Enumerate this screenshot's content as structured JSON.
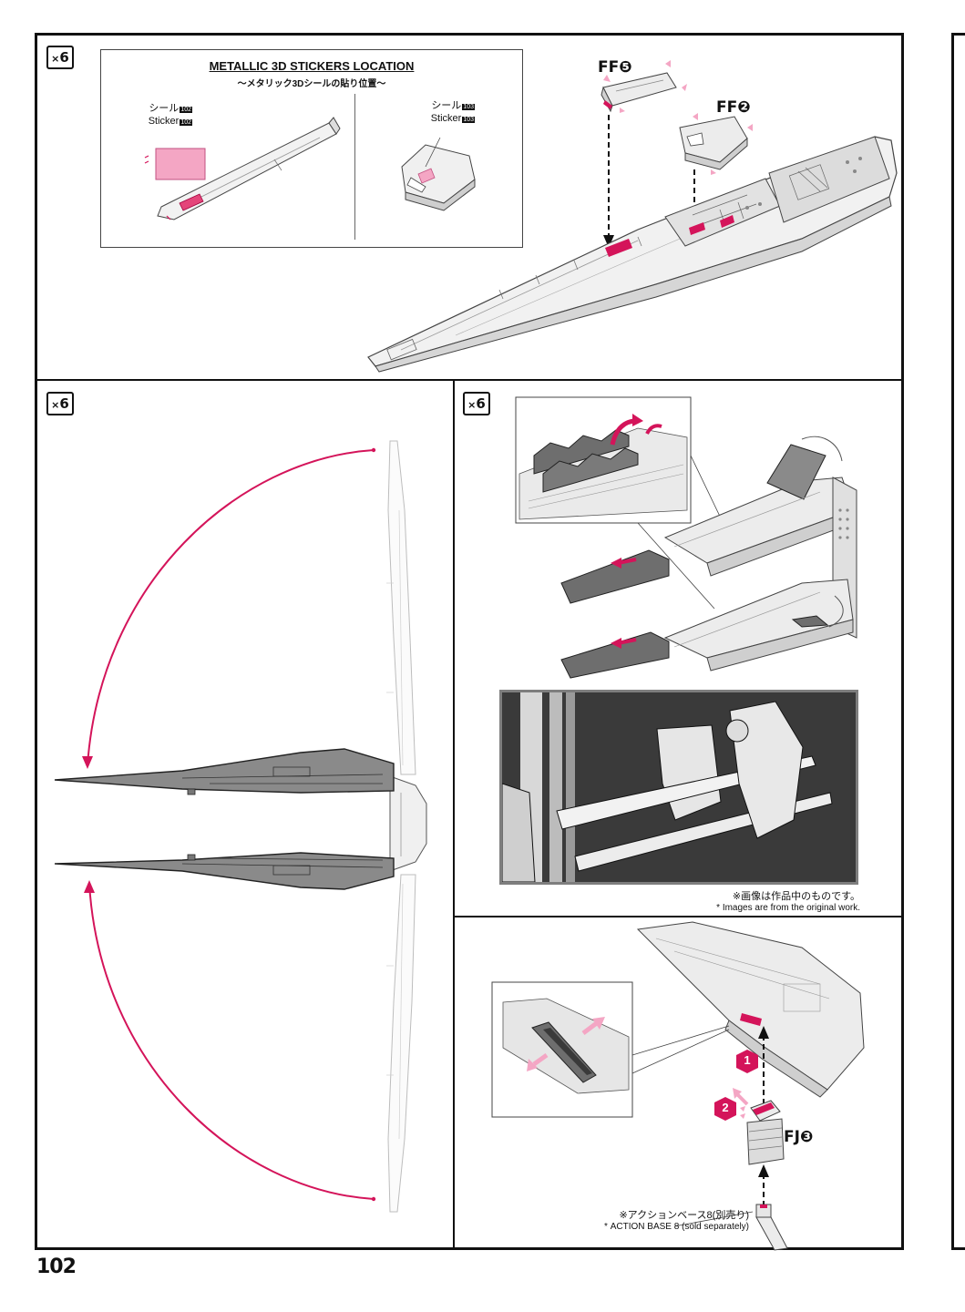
{
  "page": {
    "number": "102"
  },
  "multiplier_badges": {
    "prefix": "×",
    "count": "6"
  },
  "sticker_location": {
    "title": "METALLIC 3D STICKERS LOCATION",
    "subtitle": "〜メタリック3Dシールの貼り位置〜",
    "left_sticker_jp": "シール",
    "left_sticker_en": "Sticker",
    "left_sticker_number": "102",
    "right_sticker_jp": "シール",
    "right_sticker_en": "Sticker",
    "right_sticker_number": "103"
  },
  "parts": {
    "ff5": "FF❺",
    "ff2": "FF❷",
    "fj3": "FJ❸"
  },
  "steps": {
    "one": "1",
    "two": "2"
  },
  "photo_caption": {
    "jp": "※画像は作品中のものです。",
    "en": "* Images are from the original work."
  },
  "action_base_note": {
    "jp": "※アクションベース8(別売り)",
    "en": "* ACTION BASE 8 (sold separately)"
  },
  "colors": {
    "accent_magenta": "#d4145a",
    "sticker_pink": "#f4a6c4",
    "frame": "#111111",
    "part_grey": "#8a8a8a"
  }
}
